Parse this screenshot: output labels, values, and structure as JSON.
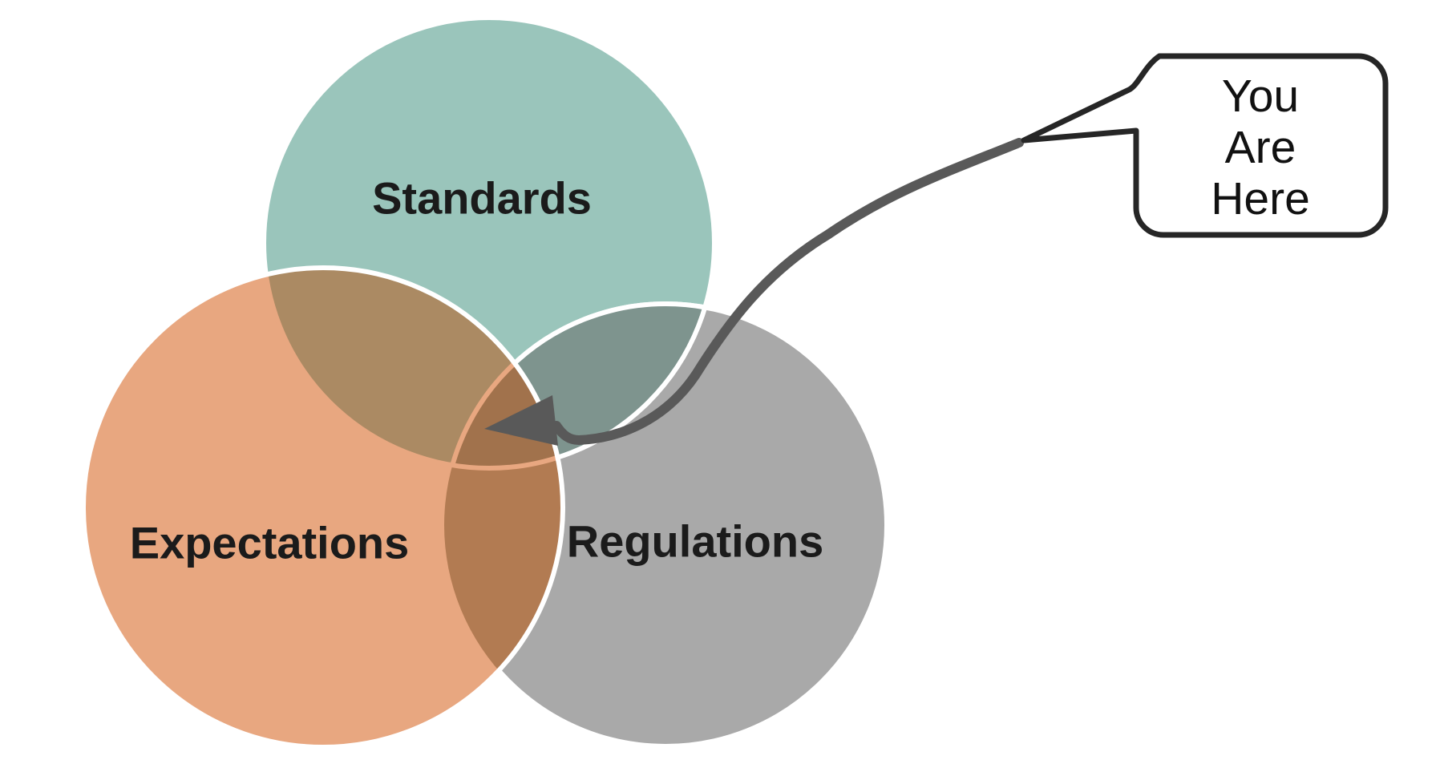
{
  "venn": {
    "circles": [
      {
        "id": "standards",
        "label": "Standards",
        "fill": "#9AC5BB"
      },
      {
        "id": "expectations",
        "label": "Expectations",
        "fill": "#E8A780"
      },
      {
        "id": "regulations",
        "label": "Regulations",
        "fill": "#A9A9A9"
      }
    ],
    "overlaps": {
      "standards_expectations": "#AB8A63",
      "standards_regulations": "#7E948E",
      "expectations_regulations": "#B27B52",
      "center": "#A1724C"
    },
    "outline_color": "#FFFFFF",
    "label_color": "#1B1B1B"
  },
  "callout": {
    "lines": [
      "You",
      "Are",
      "Here"
    ],
    "text": "You Are Here",
    "bubble_fill": "#FFFFFF",
    "border_color": "#262626",
    "arrow_color": "#595959"
  }
}
